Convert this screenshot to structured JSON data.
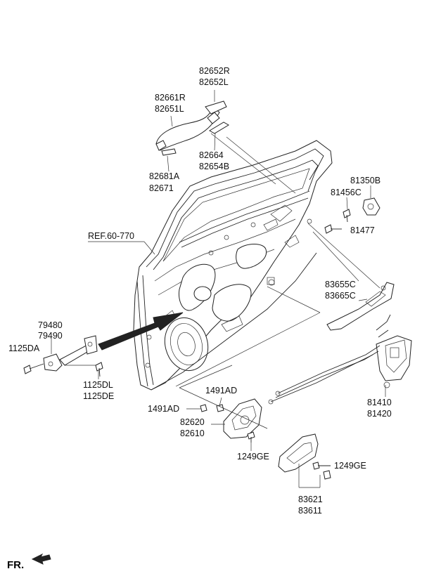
{
  "labels": {
    "l82652r": "82652R",
    "l82652l": "82652L",
    "l82661r": "82661R",
    "l82651l": "82651L",
    "l82664": "82664",
    "l82654b": "82654B",
    "l82681a": "82681A",
    "l82671": "82671",
    "l81350b": "81350B",
    "l81456c": "81456C",
    "l81477": "81477",
    "lref": "REF.60-770",
    "l83655c": "83655C",
    "l83665c": "83665C",
    "l79480": "79480",
    "l79490": "79490",
    "l1125da": "1125DA",
    "l1125dl": "1125DL",
    "l1125de": "1125DE",
    "l1491ad_a": "1491AD",
    "l1491ad_b": "1491AD",
    "l82620": "82620",
    "l82610": "82610",
    "l1249ge_a": "1249GE",
    "l1249ge_b": "1249GE",
    "l81410": "81410",
    "l81420": "81420",
    "l83621": "83621",
    "l83611": "83611",
    "fr": "FR."
  },
  "icons": {
    "front_arrow": "arrow-left-icon"
  }
}
